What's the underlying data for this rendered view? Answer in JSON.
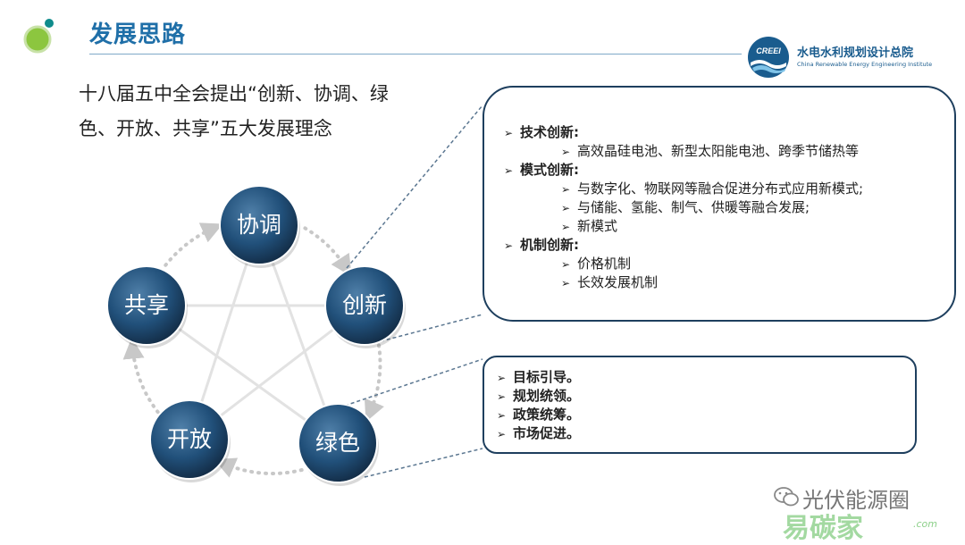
{
  "header": {
    "title": "发展思路",
    "org_name": "水电水利规划设计总院",
    "org_name_en": "China Renewable Energy Engineering Institute",
    "org_logo_text": "CREEI",
    "brand_color": "#1f6fa8"
  },
  "intro": "十八届五中全会提出“创新、协调、绿色、开放、共享”五大发展理念",
  "diagram": {
    "circle_color": "#21507a",
    "nodes": [
      {
        "label": "协调"
      },
      {
        "label": "创新"
      },
      {
        "label": "绿色"
      },
      {
        "label": "开放"
      },
      {
        "label": "共享"
      }
    ]
  },
  "callout_top": {
    "items": [
      {
        "level": 1,
        "text": "技术创新:"
      },
      {
        "level": 2,
        "text": "高效晶硅电池、新型太阳能电池、跨季节储热等"
      },
      {
        "level": 1,
        "text": "模式创新:"
      },
      {
        "level": 2,
        "text": "与数字化、物联网等融合促进分布式应用新模式;"
      },
      {
        "level": 2,
        "text": "与储能、氢能、制气、供暖等融合发展;"
      },
      {
        "level": 2,
        "text": "新模式"
      },
      {
        "level": 1,
        "text": "机制创新:"
      },
      {
        "level": 2,
        "text": "价格机制"
      },
      {
        "level": 2,
        "text": "长效发展机制"
      }
    ]
  },
  "callout_bottom": {
    "items": [
      {
        "text": "目标引导。"
      },
      {
        "text": "规划统领。"
      },
      {
        "text": "政策统筹。"
      },
      {
        "text": "市场促进。"
      }
    ]
  },
  "watermark": {
    "text": "光伏能源圈",
    "brand": "易碳家",
    "url": ".com"
  },
  "icons": {
    "bullet": "arrow-bullet-icon",
    "wechat": "wechat-icon"
  }
}
